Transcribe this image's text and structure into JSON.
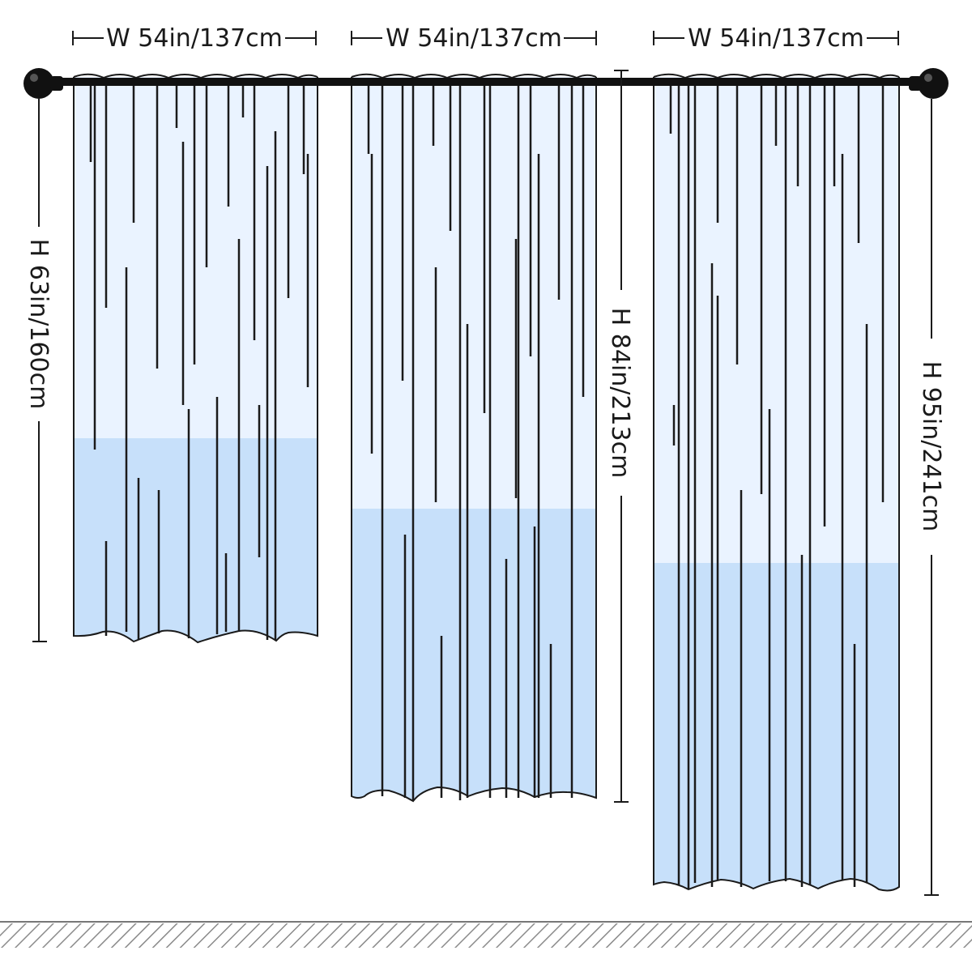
{
  "curtains": [
    {
      "id": "short",
      "width_label": "W 54in/137cm",
      "height_label": "H 63in/160cm"
    },
    {
      "id": "medium",
      "width_label": "W 54in/137cm",
      "height_label": "H 84in/213cm"
    },
    {
      "id": "long",
      "width_label": "W 54in/137cm",
      "height_label": "H 95in/241cm"
    }
  ],
  "colors": {
    "rod": "#111111",
    "panel_top": "#eaf3ff",
    "panel_bottom": "#c7e0fa",
    "outline": "#1a1a1a",
    "floor_hatch": "#8a8a8a"
  }
}
